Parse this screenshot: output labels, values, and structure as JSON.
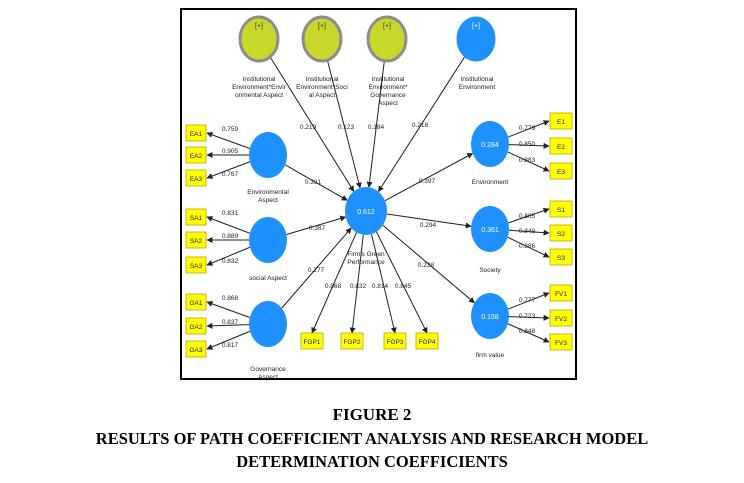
{
  "colors": {
    "construct_fill": "#1e90ff",
    "moderator_fill": "#c9d62a",
    "moderator_stroke": "#8c8c8c",
    "indicator_fill": "#ffff00",
    "indicator_stroke": "#b8a800",
    "line": "#222222"
  },
  "figure": {
    "title": "FIGURE 2",
    "caption_line1": "RESULTS OF PATH COEFFICIENT ANALYSIS AND RESEARCH MODEL",
    "caption_line2": "DETERMINATION COEFFICIENTS"
  },
  "moderators": [
    {
      "id": "mod_env",
      "marker": "[+]",
      "label": [
        "Institutional",
        "Environment*Envir",
        "onmental Aspect"
      ],
      "coef": "0.219",
      "style": "moderator"
    },
    {
      "id": "mod_soc",
      "marker": "[+]",
      "label": [
        "Institutional",
        "Environment*Soci",
        "al Aspect"
      ],
      "coef": "0.123",
      "style": "moderator"
    },
    {
      "id": "mod_gov",
      "marker": "[+]",
      "label": [
        "Institutional",
        "Environment*",
        "Governance",
        "Aspect"
      ],
      "coef": "0.184",
      "style": "moderator"
    },
    {
      "id": "inst_env",
      "marker": "[+]",
      "label": [
        "Institutional",
        "Environment"
      ],
      "coef": "0.218",
      "style": "construct"
    }
  ],
  "independents": [
    {
      "id": "env_aspect",
      "label": [
        "Environmental",
        "Aspect"
      ],
      "coef": "0.331",
      "indicators": [
        {
          "name": "EA1",
          "loading": "0.759"
        },
        {
          "name": "EA2",
          "loading": "0.905"
        },
        {
          "name": "EA3",
          "loading": "0.767"
        }
      ]
    },
    {
      "id": "soc_aspect",
      "label": [
        "social Aspect"
      ],
      "coef": "0.387",
      "indicators": [
        {
          "name": "SA1",
          "loading": "0.831"
        },
        {
          "name": "SA2",
          "loading": "0.889"
        },
        {
          "name": "SA3",
          "loading": "0.832"
        }
      ]
    },
    {
      "id": "gov_aspect",
      "label": [
        "Governance",
        "Aspect"
      ],
      "coef": "0.277",
      "indicators": [
        {
          "name": "GA1",
          "loading": "0.868"
        },
        {
          "name": "GA2",
          "loading": "0.837"
        },
        {
          "name": "GA3",
          "loading": "0.817"
        }
      ]
    }
  ],
  "center": {
    "id": "fgp",
    "value": "0.612",
    "label": [
      "Firm's Green",
      "Performance"
    ],
    "indicators": [
      {
        "name": "FGP1",
        "loading": "0.868"
      },
      {
        "name": "FGP2",
        "loading": "0.832"
      },
      {
        "name": "FGP3",
        "loading": "0.814"
      },
      {
        "name": "FGP4",
        "loading": "0.845"
      }
    ]
  },
  "outcomes": [
    {
      "id": "environment",
      "value": "0.284",
      "label": [
        "Environment"
      ],
      "coef": "0.397",
      "indicators": [
        {
          "name": "E1",
          "loading": "0.779"
        },
        {
          "name": "E2",
          "loading": "0.850"
        },
        {
          "name": "E3",
          "loading": "0.883"
        }
      ]
    },
    {
      "id": "society",
      "value": "0.361",
      "label": [
        "Society"
      ],
      "coef": "0.294",
      "indicators": [
        {
          "name": "S1",
          "loading": "0.805"
        },
        {
          "name": "S2",
          "loading": "0.849"
        },
        {
          "name": "S3",
          "loading": "0.886"
        }
      ]
    },
    {
      "id": "firm_value",
      "value": "0.158",
      "label": [
        "firm value"
      ],
      "coef": "0.238",
      "indicators": [
        {
          "name": "FV1",
          "loading": "0.777"
        },
        {
          "name": "FV2",
          "loading": "0.723"
        },
        {
          "name": "FV3",
          "loading": "0.848"
        }
      ]
    }
  ]
}
